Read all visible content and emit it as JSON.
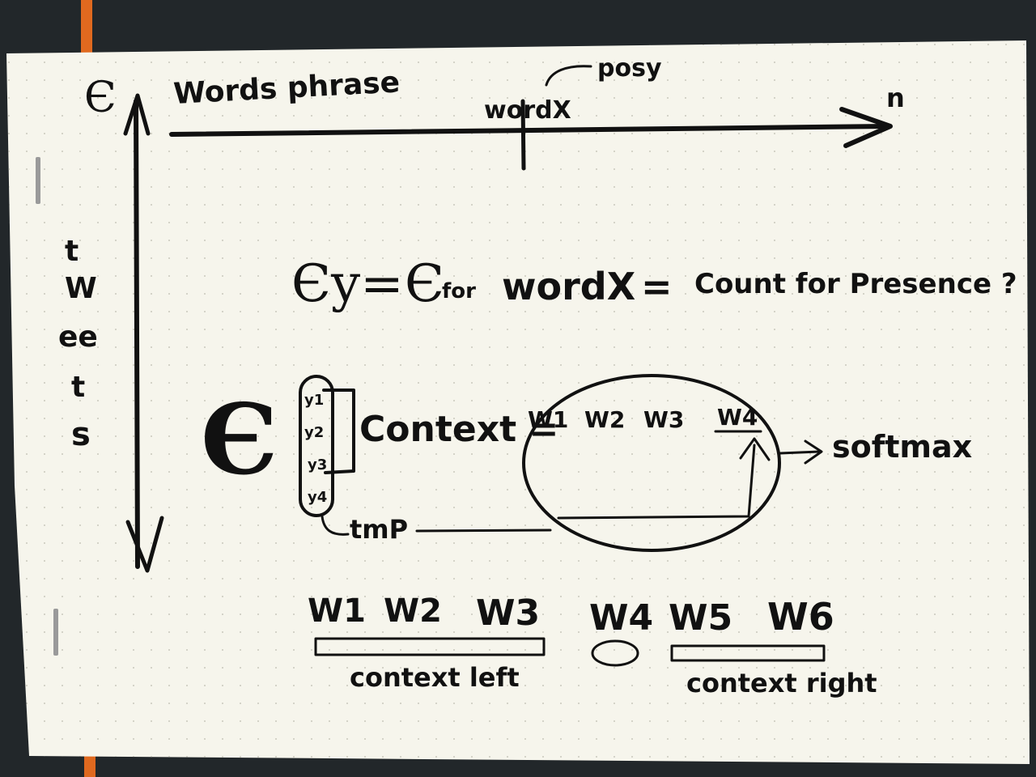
{
  "axes": {
    "corner_symbol": "Є",
    "x_label": "Words phrase",
    "x_end": "n",
    "x_marker": "wordX",
    "x_marker_note": "posy",
    "y_letters": [
      "t",
      "W",
      "ee",
      "t",
      "s"
    ]
  },
  "equation": {
    "lhs": "Єy=",
    "mid": "Є",
    "for": "for",
    "word": "wordX",
    "eq2": "=",
    "rhs": "Count for Presence ?"
  },
  "context_block": {
    "symbol": "Є",
    "ys": [
      "y1",
      "y2",
      "y3",
      "y4"
    ],
    "context_label": "Context =",
    "words": [
      "W1",
      "W2",
      "W3",
      "W4"
    ],
    "softmax": "softmax",
    "tmp": "tmP"
  },
  "bottom": {
    "words": [
      "W1",
      "W2",
      "W3",
      "W4",
      "W5",
      "W6"
    ],
    "left_label": "context left",
    "right_label": "context right"
  }
}
